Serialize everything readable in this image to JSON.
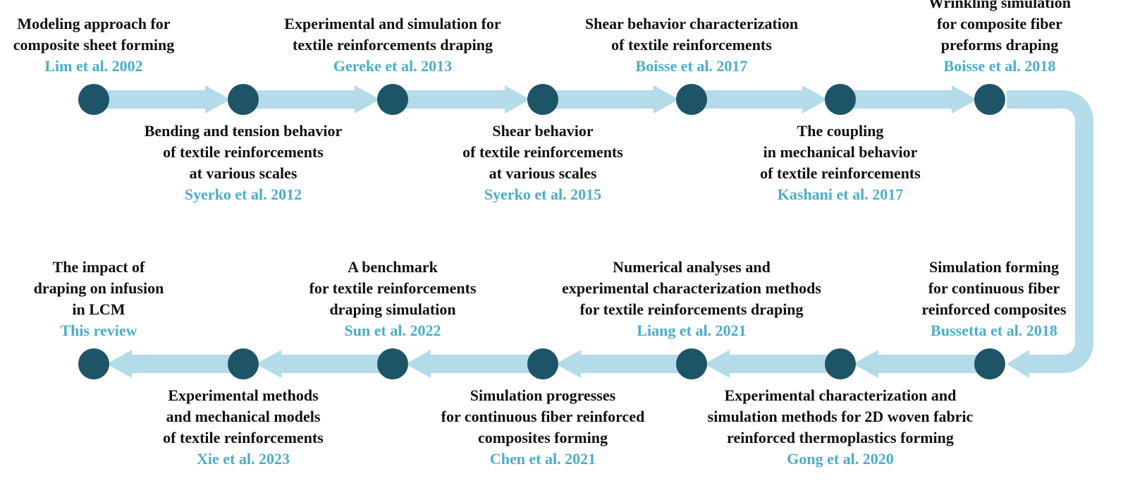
{
  "colors": {
    "arrow": "#b4dbe8",
    "node": "#1e5566",
    "ref": "#4aaec8",
    "text": "#111111"
  },
  "milestones": [
    {
      "title": [
        "Modeling approach for",
        "composite sheet forming"
      ],
      "ref": "Lim et al. 2002"
    },
    {
      "title": [
        "Bending and tension behavior",
        "of textile reinforcements",
        "at various scales"
      ],
      "ref": "Syerko et al. 2012"
    },
    {
      "title": [
        "Experimental and simulation for",
        "textile reinforcements draping"
      ],
      "ref": "Gereke et al. 2013"
    },
    {
      "title": [
        "Shear behavior",
        "of textile reinforcements",
        "at various scales"
      ],
      "ref": "Syerko et al. 2015"
    },
    {
      "title": [
        "Shear behavior characterization",
        "of textile reinforcements"
      ],
      "ref": "Boisse et al. 2017"
    },
    {
      "title": [
        "The coupling",
        "in mechanical behavior",
        "of textile reinforcements"
      ],
      "ref": "Kashani et al. 2017"
    },
    {
      "title": [
        "Wrinkling simulation",
        "for composite fiber",
        "preforms draping"
      ],
      "ref": "Boisse et al. 2018"
    },
    {
      "title": [
        "Simulation forming",
        "for continuous fiber",
        "reinforced composites"
      ],
      "ref": "Bussetta et al. 2018"
    },
    {
      "title": [
        "Experimental characterization and",
        "simulation methods  for 2D woven fabric",
        "reinforced thermoplastics forming"
      ],
      "ref": "Gong et al. 2020"
    },
    {
      "title": [
        "Numerical analyses and",
        "experimental characterization methods",
        "for textile reinforcements draping"
      ],
      "ref": "Liang et al. 2021"
    },
    {
      "title": [
        "Simulation progresses",
        "for continuous fiber reinforced",
        "composites forming"
      ],
      "ref": "Chen et al. 2021"
    },
    {
      "title": [
        "A benchmark",
        "for textile reinforcements",
        "draping simulation"
      ],
      "ref": "Sun et al. 2022"
    },
    {
      "title": [
        "Experimental methods",
        "and mechanical models",
        "of textile reinforcements"
      ],
      "ref": "Xie et al. 2023"
    },
    {
      "title": [
        "The impact of",
        "draping on infusion",
        "in LCM"
      ],
      "ref": "This review"
    }
  ]
}
